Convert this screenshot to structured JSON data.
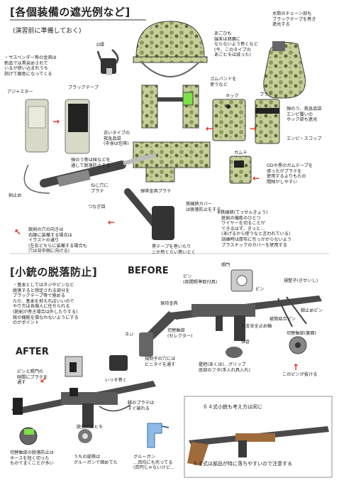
{
  "section1": {
    "title": "[各個装備の遮光例など]",
    "subtitle": "(演習前に準備しておく)",
    "notes": {
      "d_ring": "D環",
      "suspender_note": "・サスペンダー等の金具は\n新品では黒染めされて\nいるが使い込まれうち\n剥げて銀色になってくる",
      "black_tape": "ブラックテープ",
      "adjuster": "アジャスター",
      "helmet_note": "あごひも\n端末は邪魔に\nならないよう巻くなど\n(今、このタイプの\nあごヒモは減った)",
      "rubber_band": "ゴムバンドを\n使うなど",
      "canteen_note": "水筒のチェーン部も\nブラックテープを巻き\n遮光する",
      "hook": "ホック",
      "plate": "プラテ",
      "first_aid_note": "弾のう、救急品袋\nエンピ覆いの\nホック部も遮光",
      "shovel": "エンピ・スコップ",
      "old_first_aid": "古いタイプの\n救急品袋\n(中身は包帯)",
      "magazine_note": "弾のう等は紐などを\n通して脱落防止する",
      "screw_plate": "ねじ穴に\nプラテ",
      "tsuba": "つなぎ目",
      "bayonet_frog": "剣止め",
      "bayonet_note": "銃剣の穴の向きは\n右腰に装備する場合は\nイラストの通り\n(左右どちらに装備する場合も\n穴は背中側に向ける)",
      "gum_tape": "ガムテ",
      "od_tape_note": "ODや黒のガムテープを\n張ったがプラテを\n使用するよりもたの\n間隙がしやすい",
      "belt_plate": "弾帯金具プラテ",
      "cover_note": "鉄線鋏カバー\nは脱落防止をする。",
      "wire_cutter_note": "※鉄線鋏(てっせんきょう)\n　銃剣の機能のひとつ\n　ワイヤーを切ることが\n　できるはず、きっと…\n　(あげるから使うなと言われている)\n　訓練時は厚布に引っかからないよう\n　プラスチックのカバーを使用する",
      "tape_wrap_note": "黒テープを巻いたり\nニか所くらい巻いとく"
    }
  },
  "section2": {
    "title": "[小銃の脱落防止]",
    "before_label": "BEFORE",
    "after_label": "AFTER",
    "intro_note": "・基本としてはネジやピンなど\n脱落すると想定される部分を\nブラックテープ等で留める\nただ、基本を抑えればいいので\nやり方は各個人に任せられる\n(銃剣が巻き場合は外したりする)\n銃の機能を損なわないようにする\nのがポイント",
    "labels": {
      "pin_sight": "ピン\n(夜間照準取付具)",
      "rear_sight": "照門",
      "pin": "ピン",
      "sling_swivel": "規整子(きせいし)",
      "bolt_pin": "脚止めピン",
      "safety_lever": "保持金具",
      "screw": "ネジ",
      "selector": "切替軸部\n(セレクター)",
      "trigger": "引金安全止め軸",
      "magazine": "弾倉",
      "bipod_pin": "被筒結合ピン",
      "grip": "握把(あくは)…グリップ\n底部のフタ(手入れ具入れ)",
      "selector_back": "切替軸部(裏面)",
      "pin_loose": "このピンが抜ける",
      "pin_sight_plate": "ピンと照門の\n隙間にプラテを\n通す",
      "wrap_once": "いっそ巻く",
      "regulator_note": "規制子の穴には\nビニタイを通す",
      "bipod_tape": "脚のプラテは\nすぐ破れる",
      "sling_rope": "脱落防止ヒモ",
      "selector_hose": "切替軸部の脱落防止は\nホースを短く切った\nものでまくことが多い",
      "glue_gun_note": "うちの部隊は\nグルーガンで固めてた",
      "glue_gun": "グルーガン\n…百均にも売ってる\n(百円じゃないけど…",
      "type64_title": "６４式小銃も考え方は同じ",
      "type64_note": "６４式は部品が特に落ちやすいので注意する"
    }
  },
  "colors": {
    "accent": "#e0301e",
    "camo_light": "#c7cf9a",
    "camo_mid": "#8f9b5c",
    "camo_dark": "#5d6b3a",
    "metal": "#4a4a4a",
    "neon": "#7ee04a"
  }
}
